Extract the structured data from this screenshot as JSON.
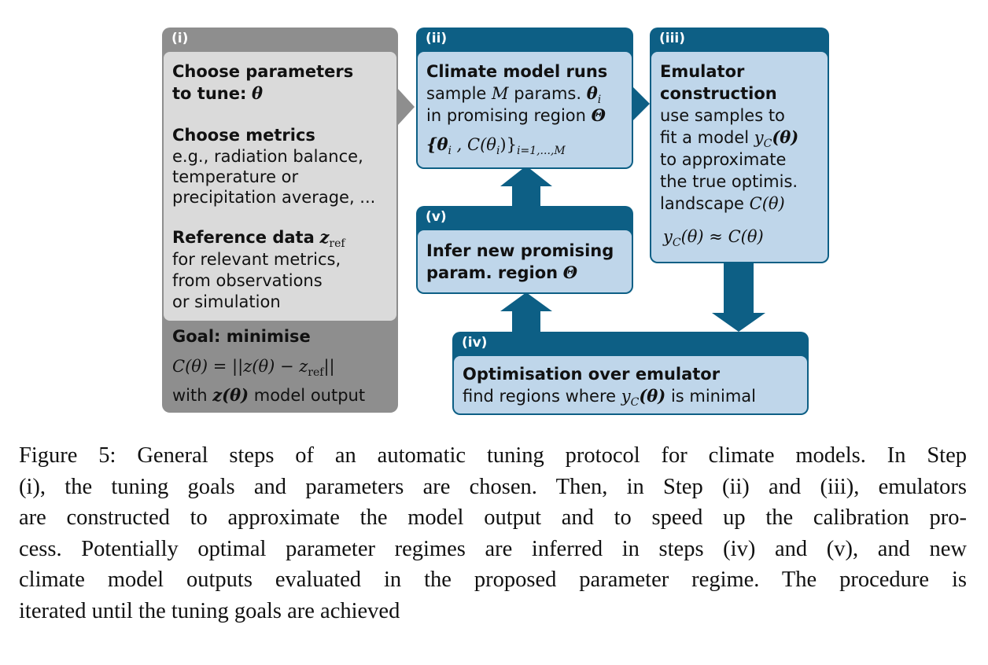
{
  "colors": {
    "dark_blue": "#0d5f85",
    "light_blue": "#bfd6ea",
    "dark_gray": "#8e8e8e",
    "light_gray": "#dadada"
  },
  "step_i": {
    "label": "(i)",
    "title_line1": "Choose parameters",
    "title_line2": "to tune:",
    "title_symbol": "θ",
    "metrics_title": "Choose metrics",
    "metrics_line1": "e.g., radiation balance,",
    "metrics_line2": "temperature or",
    "metrics_line3": "precipitation average, ...",
    "ref_title": "Reference data",
    "ref_symbol": "z",
    "ref_sub": "ref",
    "ref_line1": "for relevant metrics,",
    "ref_line2": "from observations",
    "ref_line3": "or simulation",
    "goal_title": "Goal: minimise",
    "goal_formula": "C(θ) = ||z(θ) − z",
    "goal_formula_sub": "ref",
    "goal_formula_end": "||",
    "goal_note_prefix": "with",
    "goal_note_symbol": "z(θ)",
    "goal_note_suffix": "model output"
  },
  "step_ii": {
    "label": "(ii)",
    "title": "Climate model runs",
    "line1_prefix": "sample",
    "line1_M": "M",
    "line1_mid": "params.",
    "line1_theta": "θ",
    "line1_sub": "i",
    "line2_text": "in promising region",
    "line2_symbol": "Θ",
    "line3_formula": "{θ",
    "line3_sub_i": "i",
    "line3_mid": " , C(θ",
    "line3_sub_i2": "i",
    "line3_end": ")}",
    "line3_range": "i=1,...,M"
  },
  "step_iii": {
    "label": "(iii)",
    "title_line1": "Emulator",
    "title_line2": "construction",
    "line1": "use samples to",
    "line2_text": "fit a model",
    "line2_formula": "y",
    "line2_sub": "C",
    "line2_end": "(θ)",
    "line3": "to approximate",
    "line4": "the true optimis.",
    "line5_text": "landscape",
    "line5_formula": "C(θ)",
    "line6_formula": "y",
    "line6_sub": "C",
    "line6_end": "(θ) ≈ C(θ)"
  },
  "step_iv": {
    "label": "(iv)",
    "title": "Optimisation over emulator",
    "text_prefix": "find regions where",
    "formula": "y",
    "formula_sub": "C",
    "formula_end": "(θ)",
    "text_suffix": "is minimal"
  },
  "step_v": {
    "label": "(v)",
    "title_line1": "Infer new promising",
    "title_line2": "param. region",
    "title_symbol": "Θ"
  },
  "caption": {
    "line1": "Figure 5:  General steps of an automatic tuning protocol for climate models. In Step",
    "line2": "(i), the tuning goals and parameters are chosen. Then, in Step (ii) and (iii), emulators",
    "line3": "are constructed to approximate the model output and to speed up the calibration pro-",
    "line4": "cess. Potentially optimal parameter regimes are inferred in steps (iv) and (v), and new",
    "line5": "climate model outputs evaluated in the proposed parameter regime. The procedure is",
    "line6": "iterated until the tuning goals are achieved"
  }
}
